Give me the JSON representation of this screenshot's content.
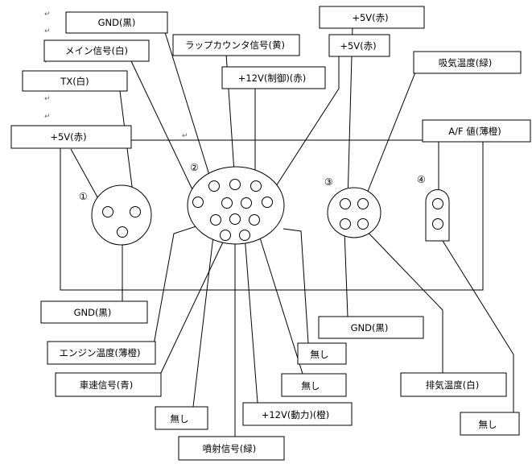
{
  "labels": {
    "gnd_black_top": "GND(黒)",
    "main_signal_white": "メイン信号(白)",
    "tx_white": "TX(白)",
    "plus5v_red_left": "+5V(赤)",
    "lap_counter_yellow": "ラップカウンタ信号(黄)",
    "plus12v_control_red": "+12V(制御)(赤)",
    "plus5v_red_top_right_1": "+5V(赤)",
    "plus5v_red_top_right_2": "+5V(赤)",
    "intake_temp_green": "吸気温度(緑)",
    "af_value_orange": "A/F 値(薄橙)",
    "gnd_black_left_bottom": "GND(黒)",
    "engine_temp_orange": "エンジン温度(薄橙)",
    "speed_signal_blue": "車速信号(青)",
    "none_1": "無し",
    "none_2": "無し",
    "none_3": "無し",
    "plus12v_power_orange": "+12V(動力)(橙)",
    "injection_signal_green": "噴射信号(緑)",
    "gnd_black_right_bottom": "GND(黒)",
    "exhaust_temp_white": "排気温度(白)",
    "none_4": "無し"
  },
  "connectors": {
    "c1": "①",
    "c2": "②",
    "c3": "③",
    "c4": "④"
  },
  "return_mark": "↵"
}
